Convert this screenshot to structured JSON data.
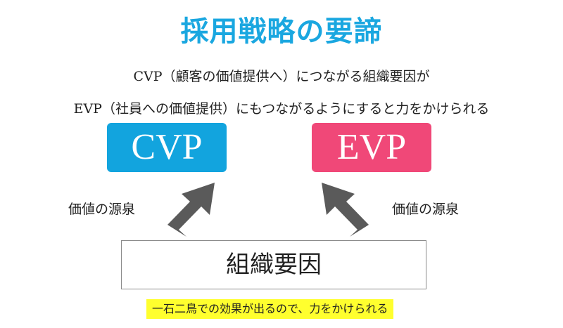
{
  "title": "採用戦略の要諦",
  "subtitle_line1": "CVP（顧客の価値提供へ）につながる組織要因が",
  "subtitle_line2": "EVP（社員への価値提供）にもつながるようにすると力をかけられる",
  "cvp_label": "CVP",
  "evp_label": "EVP",
  "left_arrow_label": "価値の源泉",
  "right_arrow_label": "価値の源泉",
  "org_label": "組織要因",
  "footer_note": "一石二鳥での効果が出るので、力をかけられる",
  "colors": {
    "title": "#1aa7e0",
    "cvp": "#12a4de",
    "evp": "#f04878",
    "arrow": "#5a5a5a",
    "highlight": "#ffff2e"
  }
}
